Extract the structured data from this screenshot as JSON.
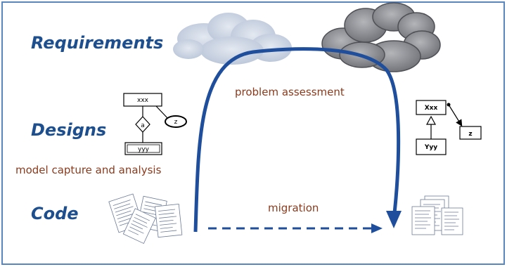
{
  "colors": {
    "label_blue": "#1d4f8f",
    "note_brown": "#8b3a1c",
    "arrow_blue": "#1f4f9c",
    "border": "#5a86c0",
    "cloud_light": "#c8d3e3",
    "cloud_dark": "#8e9096"
  },
  "rows": {
    "requirements": "Requirements",
    "designs": "Designs",
    "code": "Code"
  },
  "notes": {
    "problem_assessment": "problem assessment",
    "model_capture": "model capture and analysis",
    "migration": "migration"
  },
  "left_design": {
    "top_box": "xxx",
    "diamond": "a",
    "ellipse": "z",
    "bottom_box": "yyy"
  },
  "right_design": {
    "top_box": "Xxx",
    "bottom_box": "Yyy",
    "side_box": "z"
  },
  "icons": {
    "left_code": "document-pile-icon",
    "right_code": "document-stack-icon",
    "left_cloud": "cloud-light-icon",
    "right_cloud": "cloud-dark-icon"
  }
}
